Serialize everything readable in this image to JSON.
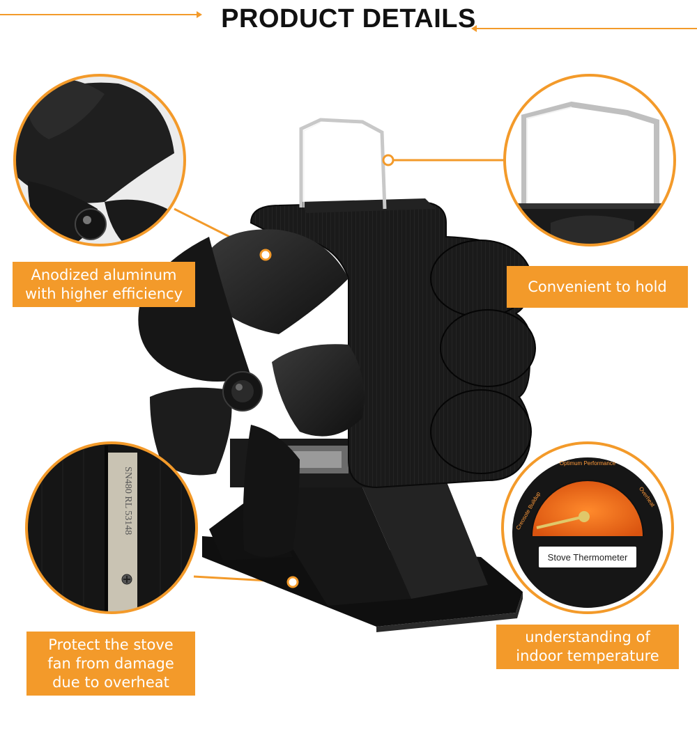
{
  "header": {
    "title": "PRODUCT DETAILS"
  },
  "callouts": {
    "anodized": {
      "line1": "Anodized aluminum",
      "line2": "with higher efficiency"
    },
    "hold": {
      "line1": "Convenient to hold"
    },
    "protect": {
      "line1": "Protect the stove",
      "line2": "fan from damage",
      "line3": "due to overheat"
    },
    "temperature": {
      "line1": "understanding of",
      "line2": "indoor temperature"
    }
  },
  "thermometer": {
    "label": "Stove Thermometer",
    "arc_top": "Optimum Performance",
    "arc_left": "Creosote Buildup",
    "arc_right": "Overheat"
  },
  "plate": {
    "text": "SN480 RL 53148"
  },
  "colors": {
    "accent": "#f39a2a",
    "fan": "#1b1b1b"
  }
}
